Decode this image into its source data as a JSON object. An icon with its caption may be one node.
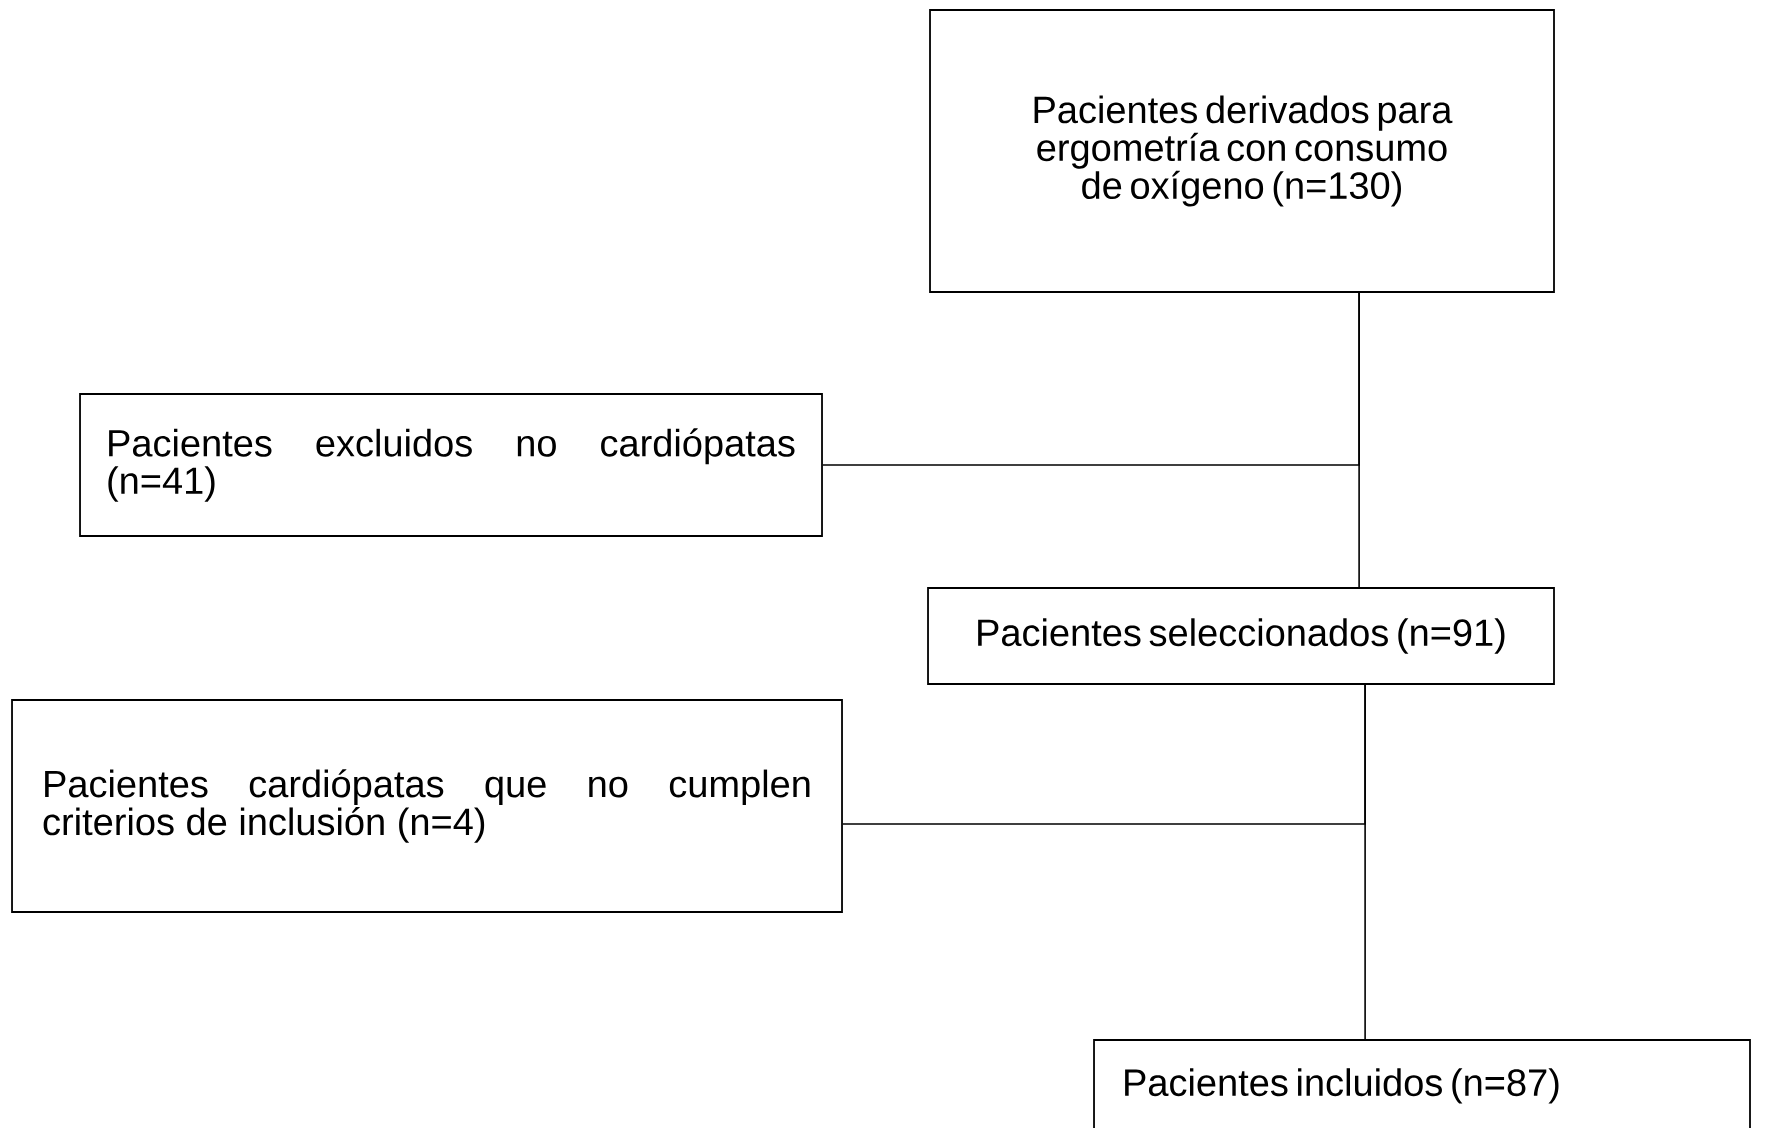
{
  "diagram": {
    "nodes": [
      {
        "text": [
          "Pacientes derivados para ergometría con consumo de oxígeno (n=130)"
        ]
      },
      {
        "text": [
          "Pacientes excluidos no cardiópatas (n=41)"
        ]
      },
      {
        "text": [
          "Pacientes seleccionados (n=91)"
        ]
      },
      {
        "text": [
          "Pacientes cardiópatas que no cumplen criterios de inclusión (n=4)"
        ]
      },
      {
        "text": [
          "Pacientes incluidos (n=87)"
        ]
      }
    ],
    "edges": [
      {
        "from": 0,
        "to": 2,
        "arrow": "none"
      },
      {
        "from": 0,
        "to": 1,
        "arrow": "none"
      },
      {
        "from": 2,
        "to": 4,
        "arrow": "none"
      },
      {
        "from": 2,
        "to": 3,
        "arrow": "none"
      }
    ]
  }
}
